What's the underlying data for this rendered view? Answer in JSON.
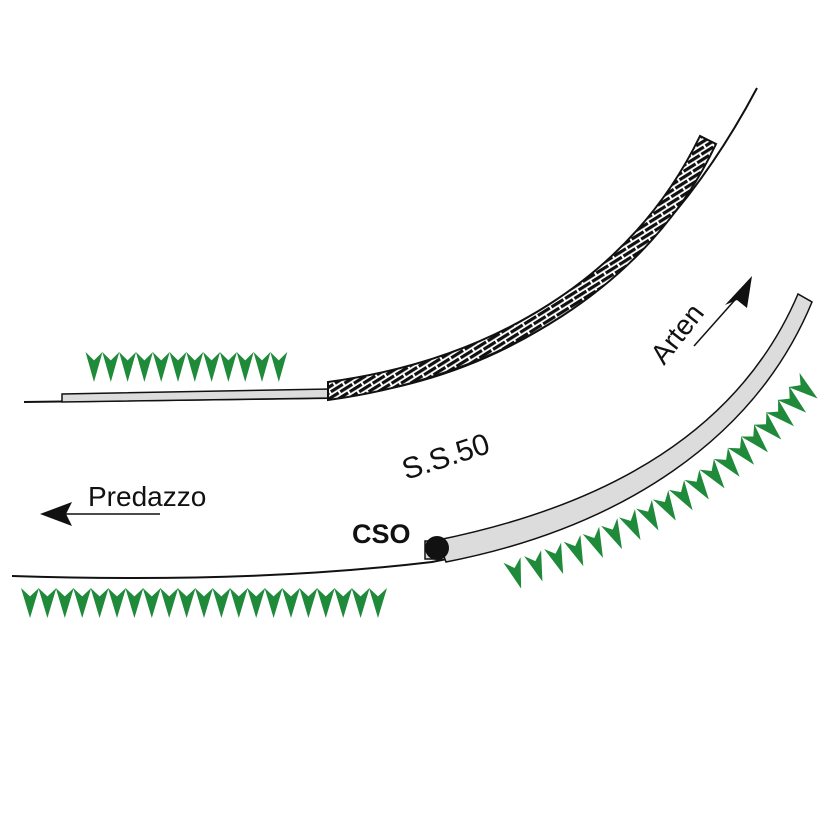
{
  "labels": {
    "road": "S.S.50",
    "left_direction": "Predazzo",
    "right_direction": "Arten",
    "point": "CSO"
  },
  "colors": {
    "vegetation": "#1f8a3a",
    "barrier_fill": "#dcdcdc",
    "wall_fill": "#ffffff",
    "line": "#111111"
  }
}
